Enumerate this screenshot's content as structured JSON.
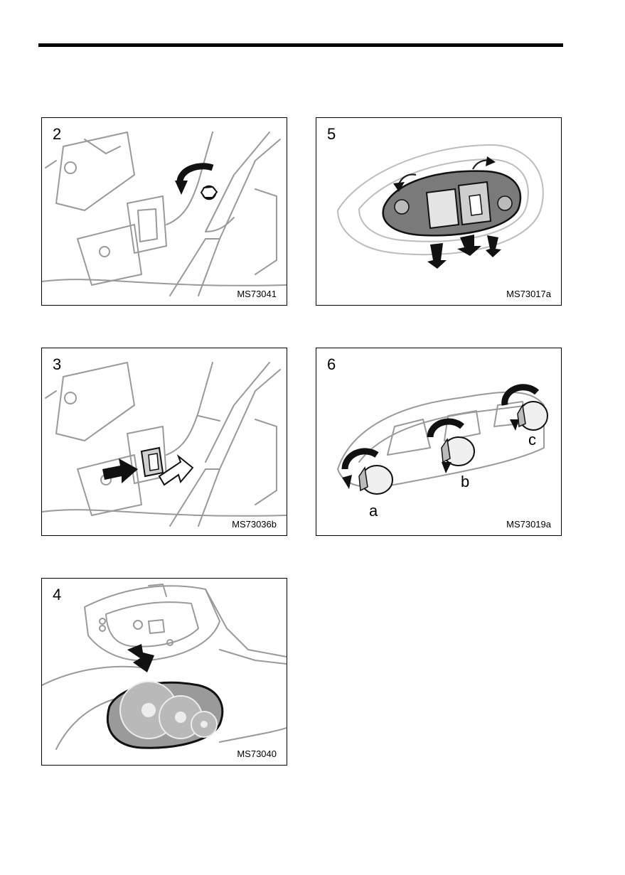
{
  "figures": [
    {
      "step": "2",
      "code": "MS73041"
    },
    {
      "step": "5",
      "code": "MS73017a"
    },
    {
      "step": "3",
      "code": "MS73036b"
    },
    {
      "step": "6",
      "code": "MS73019a",
      "bulb_labels": [
        "a",
        "b",
        "c"
      ]
    },
    {
      "step": "4",
      "code": "MS73040"
    }
  ]
}
